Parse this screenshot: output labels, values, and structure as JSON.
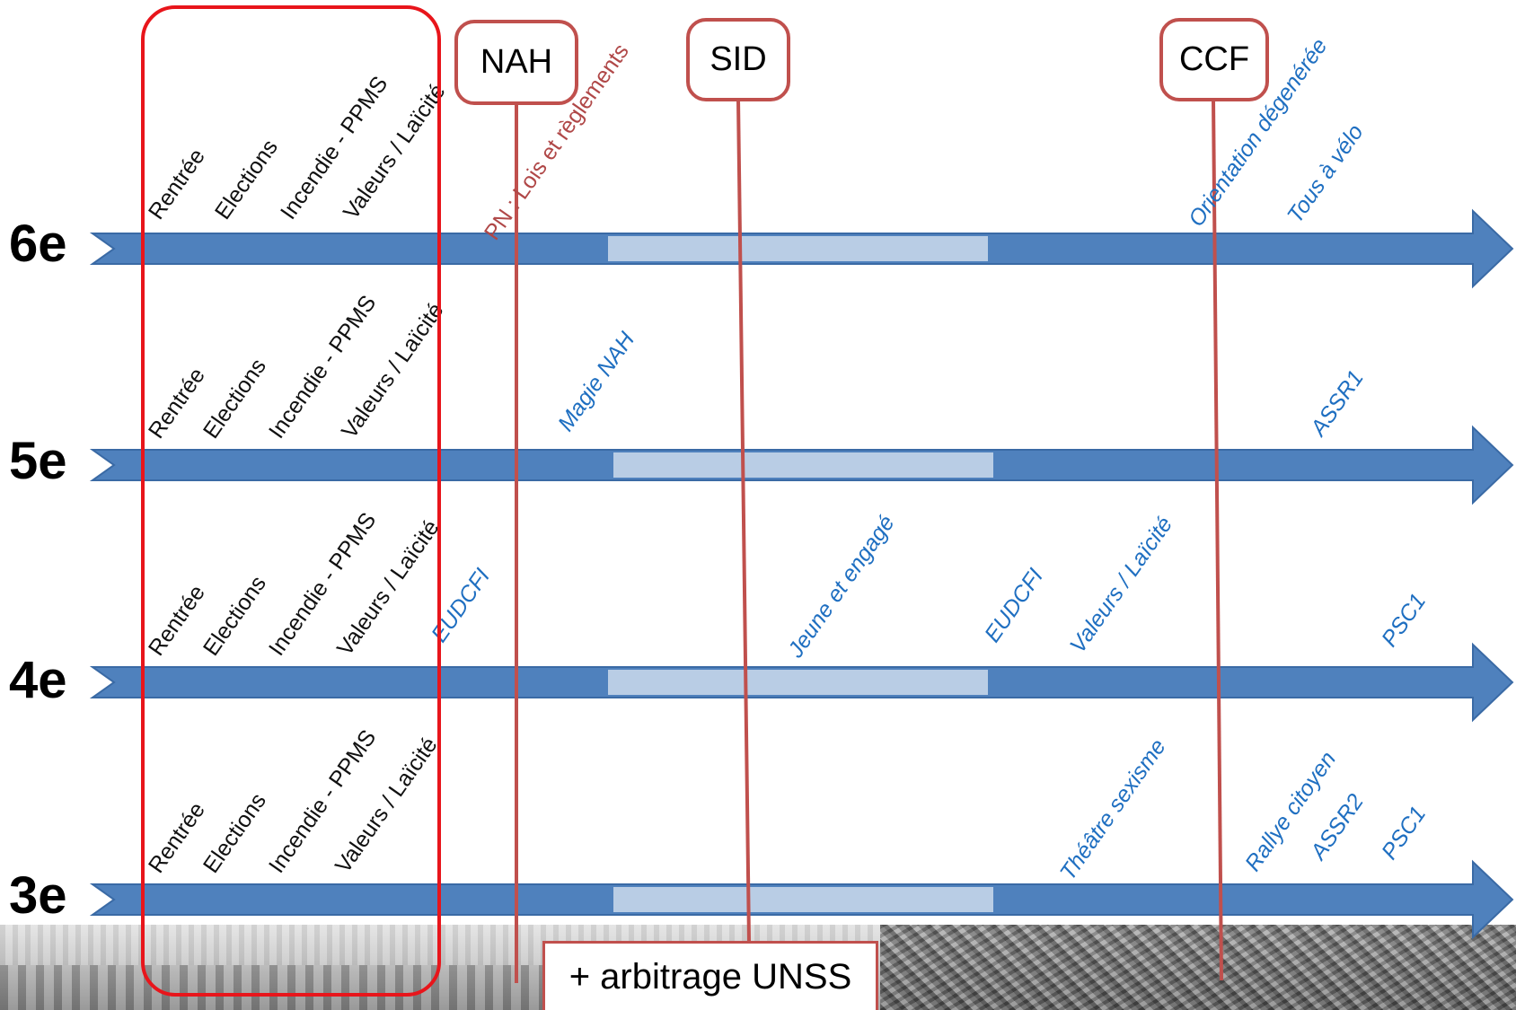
{
  "grades": [
    "6e",
    "5e",
    "4e",
    "3e"
  ],
  "common_labels": [
    "Rentrée",
    "Elections",
    "Incendie - PPMS",
    "Valeurs / Laïcité"
  ],
  "row_labels": {
    "6e": [
      {
        "text": "PN : Lois et règlements",
        "tone": "red"
      },
      {
        "text": "Orientation dégenérée",
        "tone": "blue"
      },
      {
        "text": "Tous à vélo",
        "tone": "blue"
      }
    ],
    "5e": [
      {
        "text": "Magie NAH",
        "tone": "blue"
      },
      {
        "text": "ASSR1",
        "tone": "blue"
      }
    ],
    "4e": [
      {
        "text": "EUDCFI",
        "tone": "blue"
      },
      {
        "text": "Jeune et engagé",
        "tone": "blue"
      },
      {
        "text": "EUDCFI",
        "tone": "blue"
      },
      {
        "text": "Valeurs / Laïcité",
        "tone": "blue"
      },
      {
        "text": "PSC1",
        "tone": "blue"
      }
    ],
    "3e": [
      {
        "text": "Théâtre sexisme",
        "tone": "blue"
      },
      {
        "text": "Rallye citoyen",
        "tone": "blue"
      },
      {
        "text": "ASSR2",
        "tone": "blue"
      },
      {
        "text": "PSC1",
        "tone": "blue"
      }
    ]
  },
  "poles": [
    "NAH",
    "SID",
    "CCF"
  ],
  "footer_label": "+ arbitrage UNSS",
  "colors": {
    "arrow_fill": "#4f81bd",
    "arrow_highlight": "#b9cde5",
    "pole_red": "#c0504d",
    "selection_red": "#e8151b",
    "text_blue": "#1f6fc1"
  }
}
